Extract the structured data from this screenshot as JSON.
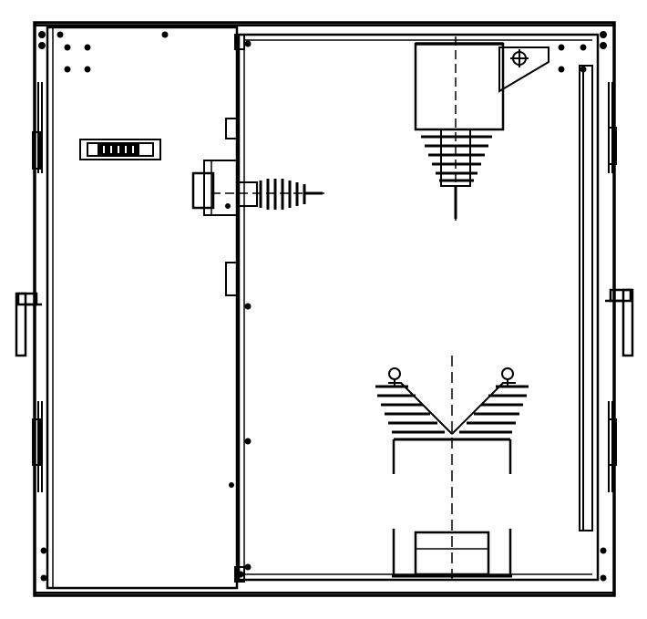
{
  "drawing": {
    "title": "",
    "line_color": "#000000",
    "background": "#ffffff",
    "door_indicator_text": "",
    "components": [
      "cabinet-frame",
      "left-door",
      "door-window",
      "door-hinge",
      "side-bushing-insulator",
      "top-insulator-bushing",
      "transformer-unit",
      "right-rail",
      "side-handle-left",
      "side-handle-right"
    ]
  }
}
